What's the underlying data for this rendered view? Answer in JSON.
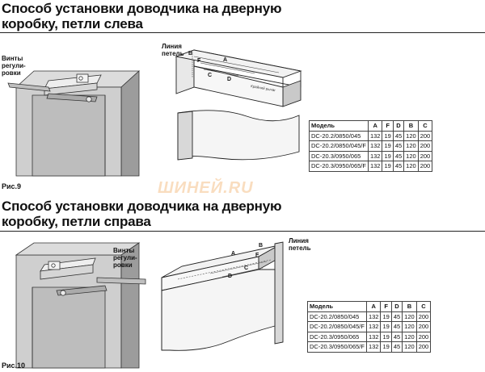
{
  "section1": {
    "title_line1": "Способ установки доводчика на дверную",
    "title_line2": "коробку, петли слева",
    "callout_screws": [
      "Винты",
      "регули-",
      "ровки"
    ],
    "callout_hinge": [
      "Линия",
      "петель"
    ],
    "dims": {
      "B": "B",
      "A": "A",
      "F": "F",
      "C": "C",
      "D": "D",
      "track": "Крайний рычаг"
    },
    "figure_label": "Рис.9",
    "table": {
      "headers": [
        "Модель",
        "A",
        "F",
        "D",
        "B",
        "C"
      ],
      "rows": [
        [
          "DC-20.2/0850/045",
          "132",
          "19",
          "45",
          "120",
          "200"
        ],
        [
          "DC-20.2/0850/045/F",
          "132",
          "19",
          "45",
          "120",
          "200"
        ],
        [
          "DC-20.3/0950/065",
          "132",
          "19",
          "45",
          "120",
          "200"
        ],
        [
          "DC-20.3/0950/065/F",
          "132",
          "19",
          "45",
          "120",
          "200"
        ]
      ]
    }
  },
  "section2": {
    "title_line1": "Способ установки доводчика на дверную",
    "title_line2": "коробку, петли справа",
    "callout_screws": [
      "Винты",
      "регули-",
      "ровки"
    ],
    "callout_hinge": [
      "Линия",
      "петель"
    ],
    "dims": {
      "B": "B",
      "A": "A",
      "F": "F",
      "C": "C",
      "D": "D"
    },
    "figure_label": "Рис.10",
    "table": {
      "headers": [
        "Модель",
        "A",
        "F",
        "D",
        "B",
        "C"
      ],
      "rows": [
        [
          "DC-20.2/0850/045",
          "132",
          "19",
          "45",
          "120",
          "200"
        ],
        [
          "DC-20.2/0850/045/F",
          "132",
          "19",
          "45",
          "120",
          "200"
        ],
        [
          "DC-20.3/0950/065",
          "132",
          "19",
          "45",
          "120",
          "200"
        ],
        [
          "DC-20.3/0950/065/F",
          "132",
          "19",
          "45",
          "120",
          "200"
        ]
      ]
    }
  },
  "watermark": "ШИНЕЙ.RU"
}
